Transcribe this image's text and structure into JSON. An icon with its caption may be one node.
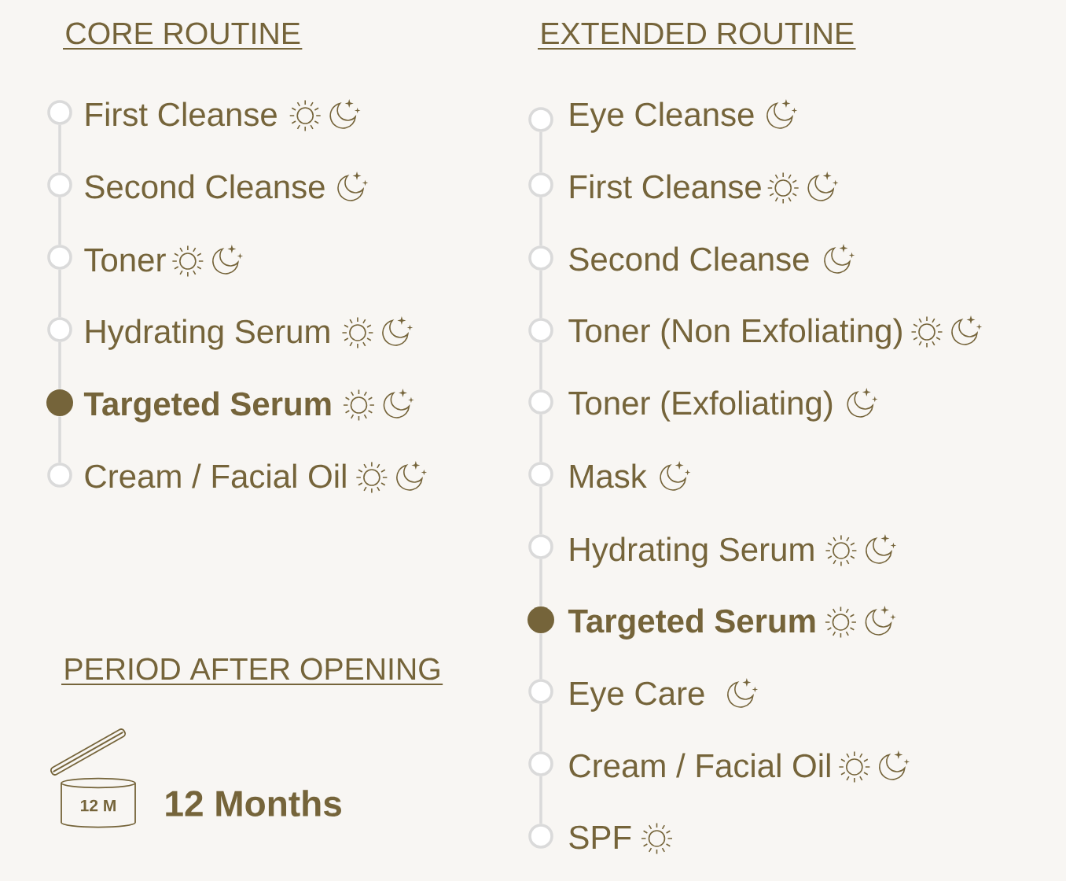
{
  "diagram": {
    "nodes": [
      {
        "text": [],
        "shape": "circle",
        "beside": [
          "First Cleanse"
        ]
      },
      {
        "text": [],
        "shape": "circle",
        "beside": [
          "Second Cleanse"
        ]
      },
      {
        "text": [],
        "shape": "circle",
        "beside": [
          "Toner"
        ]
      },
      {
        "text": [],
        "shape": "circle",
        "beside": [
          "Hydrating Serum"
        ]
      },
      {
        "text": [],
        "shape": "dot",
        "beside": [
          "Targeted Serum"
        ]
      },
      {
        "text": [],
        "shape": "circle",
        "beside": [
          "Cream / Facial Oil"
        ]
      },
      {
        "text": [],
        "shape": "circle",
        "beside": [
          "Eye Cleanse"
        ]
      },
      {
        "text": [],
        "shape": "circle",
        "beside": [
          "First Cleanse"
        ]
      },
      {
        "text": [],
        "shape": "circle",
        "beside": [
          "Second Cleanse"
        ]
      },
      {
        "text": [],
        "shape": "circle",
        "beside": [
          "Toner (Non Exfoliating)"
        ]
      },
      {
        "text": [],
        "shape": "circle",
        "beside": [
          "Toner (Exfoliating)"
        ]
      },
      {
        "text": [],
        "shape": "circle",
        "beside": [
          "Mask"
        ]
      },
      {
        "text": [],
        "shape": "circle",
        "beside": [
          "Hydrating Serum"
        ]
      },
      {
        "text": [],
        "shape": "dot",
        "beside": [
          "Targeted Serum"
        ]
      },
      {
        "text": [],
        "shape": "circle",
        "beside": [
          "Eye Care"
        ]
      },
      {
        "text": [],
        "shape": "circle",
        "beside": [
          "Cream / Facial Oil"
        ]
      },
      {
        "text": [],
        "shape": "circle",
        "beside": [
          "SPF"
        ]
      },
      {
        "text": [
          "12 M"
        ],
        "beside": [
          "12 Months"
        ]
      }
    ],
    "edges": [
      {
        "from": 0,
        "to": 1,
        "arrow": "none"
      },
      {
        "from": 1,
        "to": 2,
        "arrow": "none"
      },
      {
        "from": 2,
        "to": 3,
        "arrow": "none"
      },
      {
        "from": 3,
        "to": 4,
        "arrow": "none"
      },
      {
        "from": 4,
        "to": 5,
        "arrow": "none"
      },
      {
        "from": 6,
        "to": 7,
        "arrow": "none"
      },
      {
        "from": 7,
        "to": 8,
        "arrow": "none"
      },
      {
        "from": 8,
        "to": 9,
        "arrow": "none"
      },
      {
        "from": 9,
        "to": 10,
        "arrow": "none"
      },
      {
        "from": 10,
        "to": 11,
        "arrow": "none"
      },
      {
        "from": 11,
        "to": 12,
        "arrow": "none"
      },
      {
        "from": 12,
        "to": 13,
        "arrow": "none"
      },
      {
        "from": 13,
        "to": 14,
        "arrow": "none"
      },
      {
        "from": 14,
        "to": 15,
        "arrow": "none"
      },
      {
        "from": 15,
        "to": 16,
        "arrow": "none"
      }
    ],
    "labels": [
      "CORE ROUTINE",
      "EXTENDED ROUTINE",
      "PERIOD AFTER OPENING"
    ]
  }
}
